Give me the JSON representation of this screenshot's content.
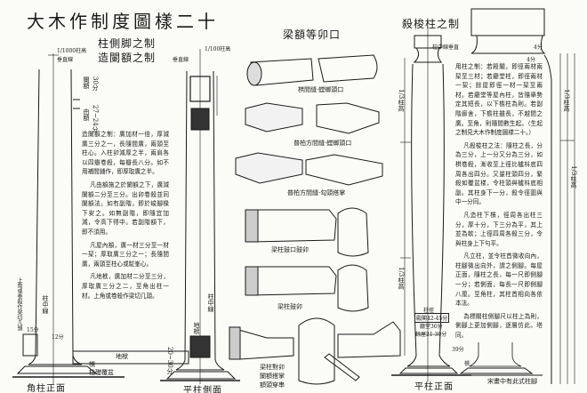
{
  "title": "大木作制度圖樣二十",
  "headings": {
    "side_lean": "柱側脚之制",
    "lintel": "造闌額之制",
    "joints": "梁額等卯口",
    "entasis": "殺梭柱之制"
  },
  "left_labels": {
    "ratio_corner": "1/1000柱高",
    "plumb_corner": "垂直線",
    "ratio_side": "1/100柱高",
    "plumb_side": "垂直線",
    "lan_e": "闌額",
    "lan_e_dim": "30分",
    "you_e": "由額",
    "you_e_dim": "27~24分",
    "beam_head": "上角或卷殺作梁切几頭",
    "center_line_1": "柱中線",
    "center_line_2": "柱中線",
    "dim_15": "15分",
    "dim_12": "12分",
    "difu_1": "地栿",
    "difu_2": "地栿",
    "difu_dim": "20~30分",
    "zhi": "櫍",
    "plinth": "柱礎覆盆",
    "corner_front": "角柱正面",
    "side_view": "平柱側面"
  },
  "lintel_text": [
    "造闌額之制：廣加材一倍，厚減廣三分之一，長隨間廣，兩頭至柱心。入柱卯減厚之半，兩肩各以四瓣卷殺，每瓣長八分。如不用補間鋪作，即厚取廣之半。",
    "凡由額施之於闌額之下，廣減闌額二分至三分。出卯卷殺並同闌額法。如有副階，即於峻腳椽下安之。如無副階，即隨宜加減，令高下得中。若副階額下，即不須用。",
    "凡屋內額，廣一材三分至一材一栔；厚取廣三分之一；長隨間廣，兩頭至柱心或駝峯心。",
    "凡地栿，廣加材二分至三分，厚取廣三分之二，至角出柱一材。上角或卷殺作梁切几頭。"
  ],
  "joint_captions": [
    "栱間縫·螳螂頭口",
    "普柏方間縫·螳螂頭口",
    "普柏方間縫·勾頭搭掌",
    "梁柱鼓口鼓卯",
    "梁柱鼓卯",
    "梁柱對卯",
    "闌額搭掌",
    "額頭穿串"
  ],
  "right_labels": {
    "center_plumb": "柱中線垂直",
    "dim_4a": "4分",
    "dim_4b": "4分",
    "third_1": "1/3柱高",
    "third_2": "1/3柱高",
    "third_3": "1/3柱高",
    "third_4": "1/3柱高",
    "dia_title": "柱徑",
    "dia_palace": "殿閣42-45分",
    "dia_hall": "廳堂36分",
    "dia_other": "餘屋21-30分",
    "dim_39": "39分",
    "dim_zhi": "櫍",
    "front_view": "平柱正面",
    "song_base": "宋畫中有此式柱腳"
  },
  "column_text": [
    "用柱之制：若殿閣，即徑兩材兩栔至三材；若廳堂柱，即徑兩材一栔；餘屋即徑一材一栔至兩材。若廳堂等屋內柱，皆隨舉勢定其短長，以下檐柱為則。若副階廊舍，下檐柱雖長，不越間之廣。至角，則隨間數生起。（生起之制見大木作制度圖樣二十。）",
    "凡殺梭柱之法：隨柱之長，分為三分，上一分又分為三分，如栱卷殺，漸收至上徑比櫨枓底四周各出四分。又量柱頭四分，緊殺如覆盆樣，令柱頭與櫨枓底相副。其柱身下一分，殺令徑圍與中一分同。",
    "凡造柱下櫍，徑周各出柱三分，厚十分，下三分為平，其上並為欹；上徑四周各殺三分，令與柱身上下勻平。",
    "凡立柱，並令柱首微收向內，柱腳微出向外，謂之側腳。每屋正面，隨柱之長，每一尺即側腳一分；若側面，每長一尺即側腳八厘。至角柱，其柱首相向各依本法。",
    "為標關柱側腳尺以柱上為則，側腳上更加側腳，逐層仿此。塔同。"
  ],
  "colors": {
    "ink": "#1a1a1a",
    "paper": "#fbfbf8"
  }
}
